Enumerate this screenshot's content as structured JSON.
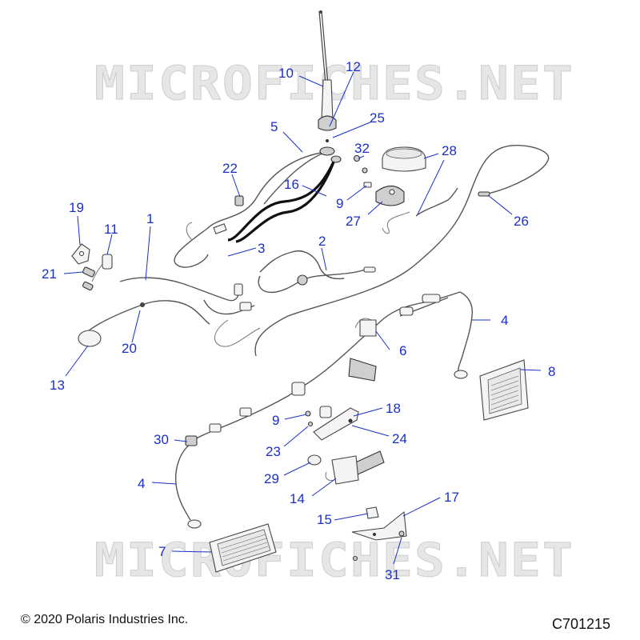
{
  "watermark_text": "MICROFICHES.NET",
  "copyright": "© 2020 Polaris Industries Inc.",
  "diagram_code": "C701215",
  "callouts": [
    "1",
    "2",
    "3",
    "4",
    "4",
    "5",
    "6",
    "7",
    "8",
    "9",
    "9",
    "10",
    "11",
    "12",
    "13",
    "14",
    "15",
    "16",
    "17",
    "18",
    "19",
    "20",
    "21",
    "22",
    "23",
    "24",
    "25",
    "26",
    "27",
    "28",
    "29",
    "30",
    "31",
    "32"
  ],
  "colors": {
    "callout": "#1a2fc8",
    "line_art": "#444444",
    "watermark": "#e6e6e6"
  }
}
